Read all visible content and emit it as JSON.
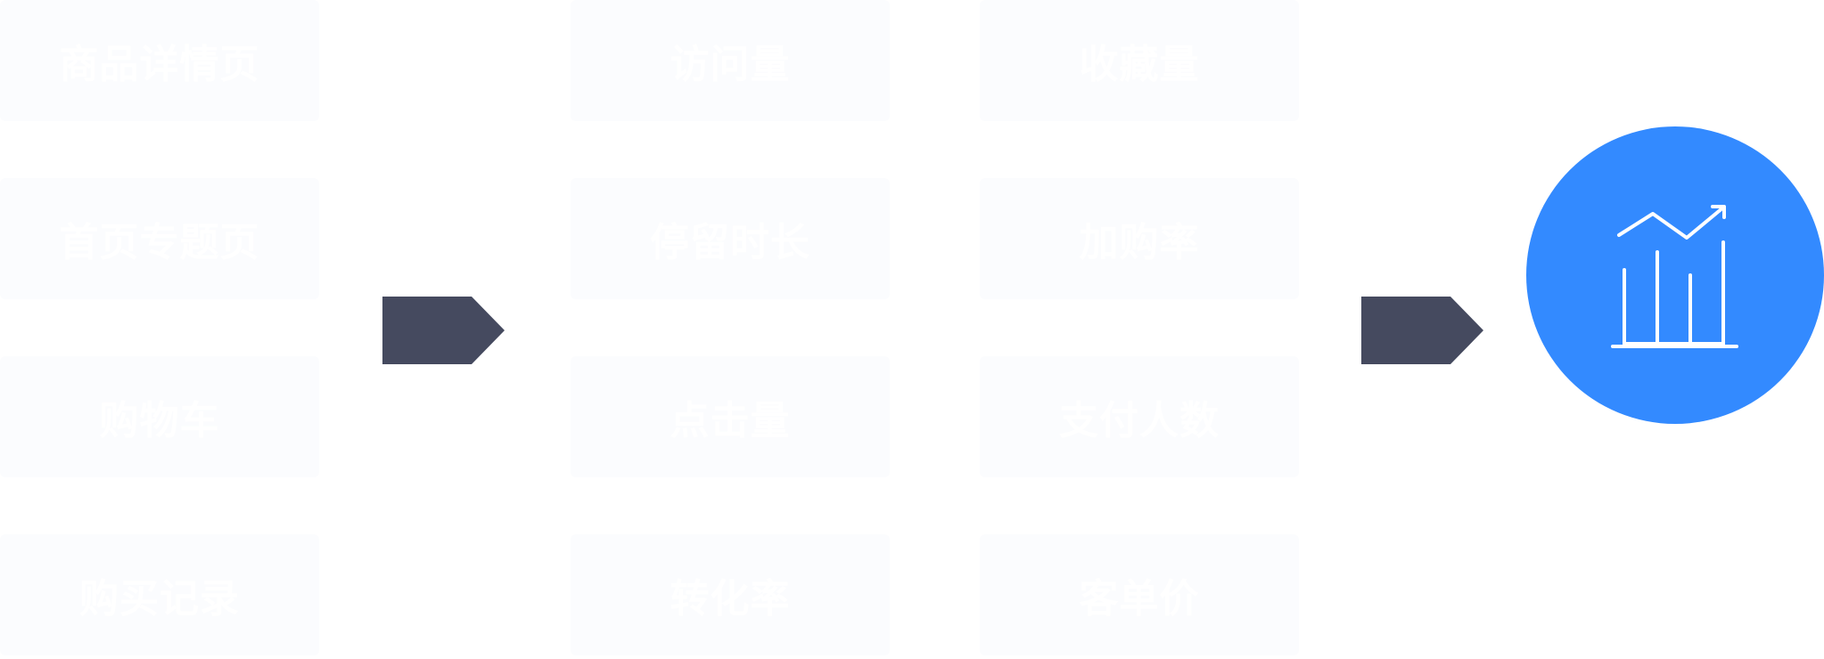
{
  "source_column": {
    "items": [
      {
        "label": "商品详情页"
      },
      {
        "label": "首页专题页"
      },
      {
        "label": "购物车"
      },
      {
        "label": "购买记录"
      }
    ]
  },
  "metrics_column_a": {
    "items": [
      {
        "label": "访问量"
      },
      {
        "label": "停留时长"
      },
      {
        "label": "点击量"
      },
      {
        "label": "转化率"
      }
    ]
  },
  "metrics_column_b": {
    "items": [
      {
        "label": "收藏量"
      },
      {
        "label": "加购率"
      },
      {
        "label": "支付人数"
      },
      {
        "label": "客单价"
      }
    ]
  },
  "result": {
    "icon": "bar-chart-trend-icon"
  },
  "colors": {
    "arrow": "#454a5f",
    "circle": "#338aff",
    "box": "#fbfcfe"
  }
}
